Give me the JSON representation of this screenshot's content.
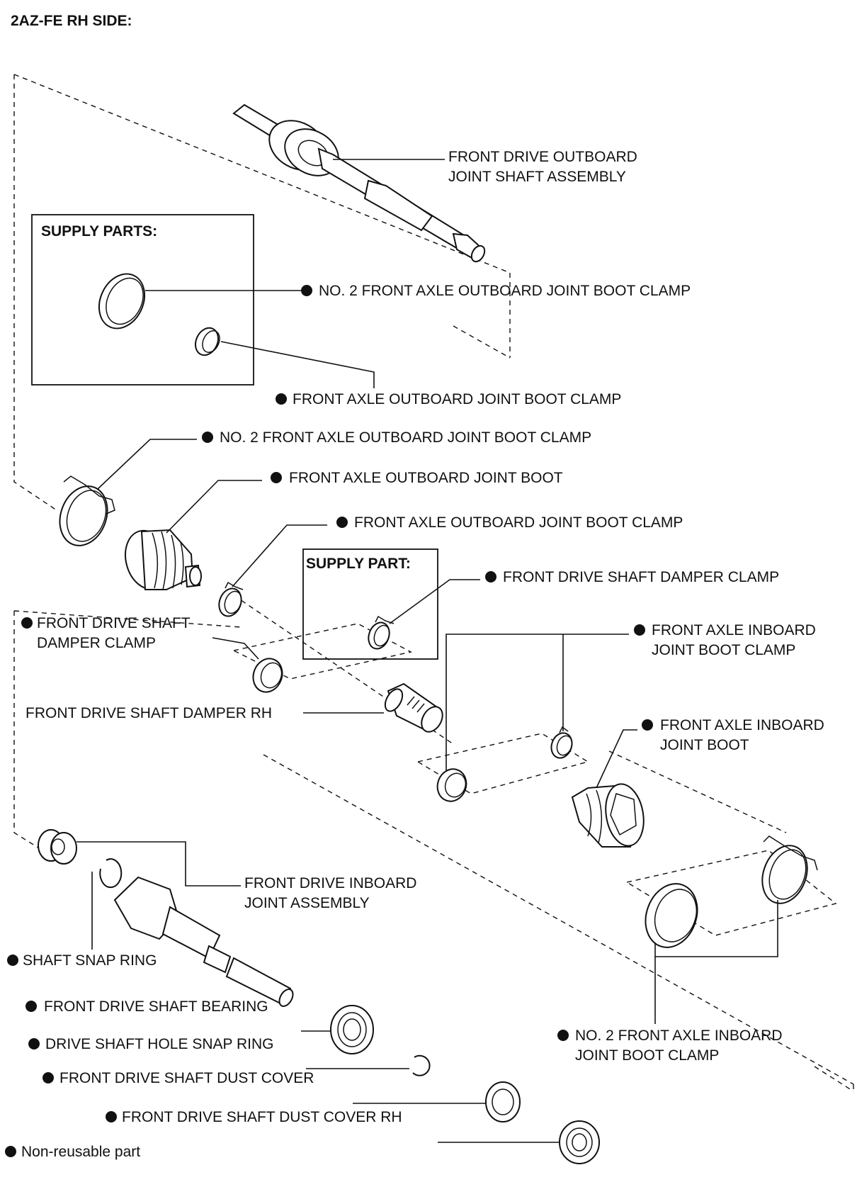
{
  "title": "2AZ-FE RH SIDE:",
  "supply_parts_heading": "SUPPLY PARTS:",
  "supply_part_heading": "SUPPLY PART:",
  "legend": "Non-reusable part",
  "labels": {
    "outboard_shaft_1": "FRONT DRIVE OUTBOARD",
    "outboard_shaft_2": "JOINT SHAFT ASSEMBLY",
    "sp_no2_outboard_clamp": "NO. 2 FRONT AXLE OUTBOARD JOINT BOOT CLAMP",
    "sp_outboard_clamp": "FRONT AXLE OUTBOARD JOINT BOOT CLAMP",
    "no2_outboard_clamp": "NO. 2 FRONT AXLE OUTBOARD JOINT BOOT CLAMP",
    "outboard_boot": "FRONT AXLE OUTBOARD JOINT BOOT",
    "outboard_clamp": "FRONT AXLE OUTBOARD JOINT BOOT CLAMP",
    "sp_damper_clamp": "FRONT DRIVE SHAFT DAMPER CLAMP",
    "damper_clamp_1": "FRONT DRIVE SHAFT",
    "damper_clamp_2": "DAMPER CLAMP",
    "inboard_clamp_1": "FRONT AXLE INBOARD",
    "inboard_clamp_2": "JOINT BOOT CLAMP",
    "damper_rh": "FRONT DRIVE SHAFT DAMPER RH",
    "inboard_boot_1": "FRONT AXLE INBOARD",
    "inboard_boot_2": "JOINT BOOT",
    "inboard_joint_1": "FRONT DRIVE INBOARD",
    "inboard_joint_2": "JOINT ASSEMBLY",
    "snap_ring": "SHAFT SNAP RING",
    "bearing": "FRONT DRIVE SHAFT BEARING",
    "no2_inboard_clamp_1": "NO. 2 FRONT AXLE INBOARD",
    "no2_inboard_clamp_2": "JOINT BOOT CLAMP",
    "hole_snap_ring": "DRIVE SHAFT HOLE SNAP RING",
    "dust_cover": "FRONT DRIVE SHAFT DUST COVER",
    "dust_cover_rh": "FRONT DRIVE SHAFT DUST COVER RH"
  }
}
